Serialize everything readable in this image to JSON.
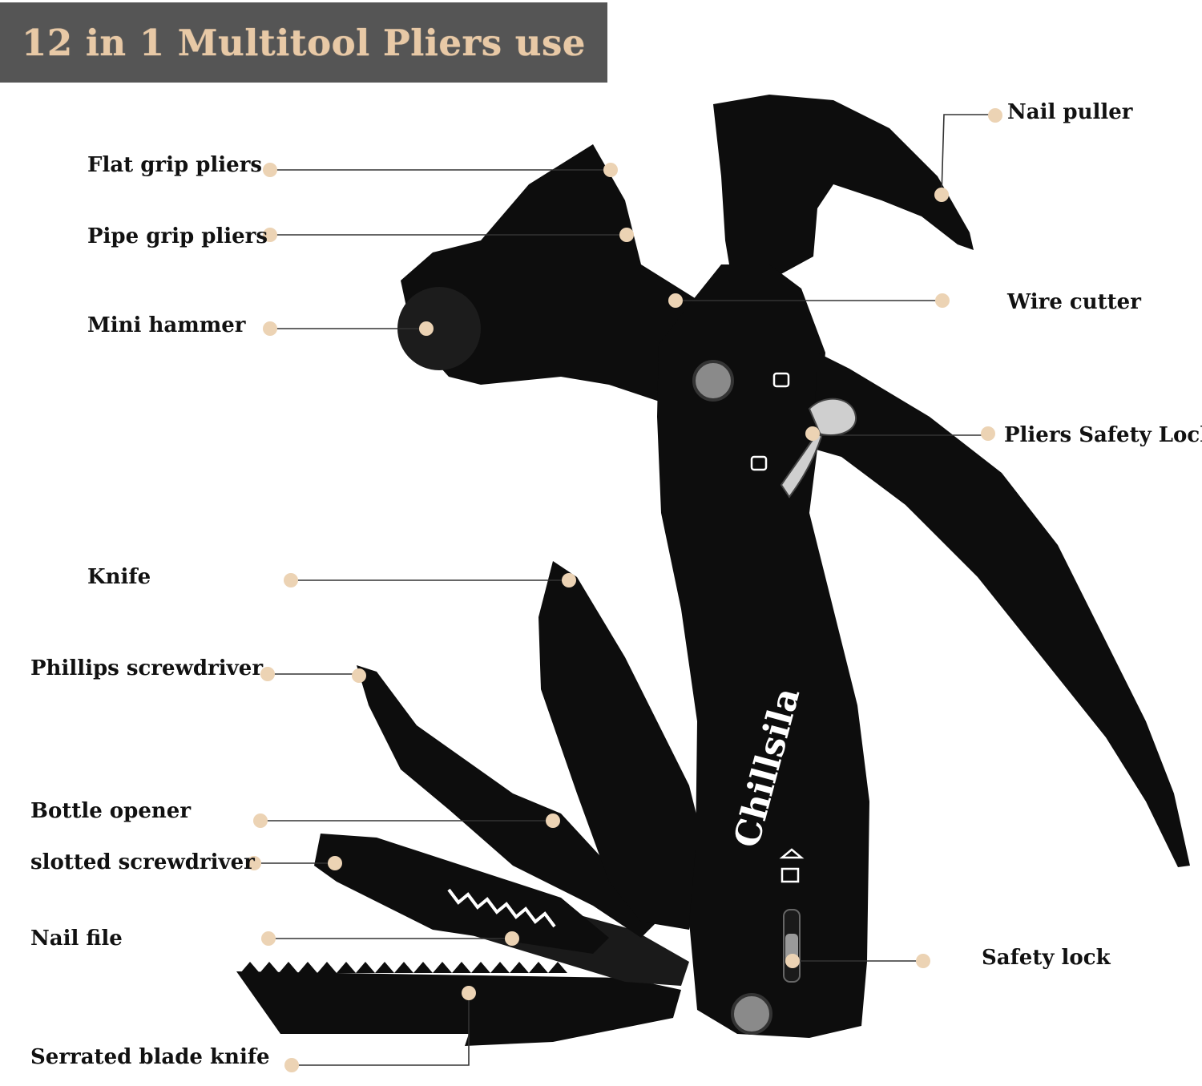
{
  "title": "12 in 1 Multitool Pliers use",
  "brand": "Chillsila",
  "colors": {
    "banner_bg": "#555555",
    "banner_text": "#e8c9a6",
    "callout_dot": "#ecd3b4",
    "tool_body": "#0d0d0d"
  },
  "labels": {
    "nail_puller": "Nail puller",
    "flat_grip_pliers": "Flat grip pliers",
    "pipe_grip_pliers": "Pipe grip pliers",
    "wire_cutter": "Wire cutter",
    "mini_hammer": "Mini hammer",
    "pliers_safety_lock": "Pliers Safety Lock",
    "knife": "Knife",
    "phillips_screwdriver": "Phillips screwdriver",
    "bottle_opener": "Bottle opener",
    "slotted_screwdriver": "slotted screwdriver",
    "nail_file": "Nail file",
    "safety_lock": "Safety lock",
    "serrated_blade_knife": "Serrated blade knife"
  }
}
